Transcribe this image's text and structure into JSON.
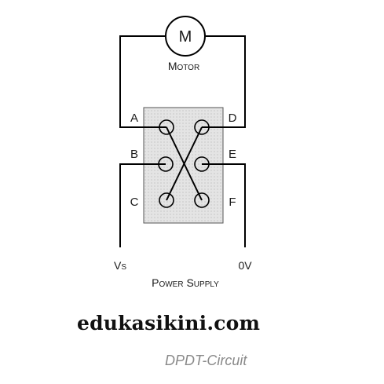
{
  "diagram": {
    "motor_symbol": "M",
    "motor_label": "Motor",
    "terminals": {
      "a": "A",
      "b": "B",
      "c": "C",
      "d": "D",
      "e": "E",
      "f": "F"
    },
    "supply_positive": "Vs",
    "supply_negative": "0V",
    "supply_label": "Power Supply"
  },
  "watermark": "edukasikini.com",
  "caption": "DPDT-Circuit",
  "colors": {
    "wire": "#000000",
    "switch_fill": "#e6e6e6",
    "caption": "#8a8a8a"
  }
}
